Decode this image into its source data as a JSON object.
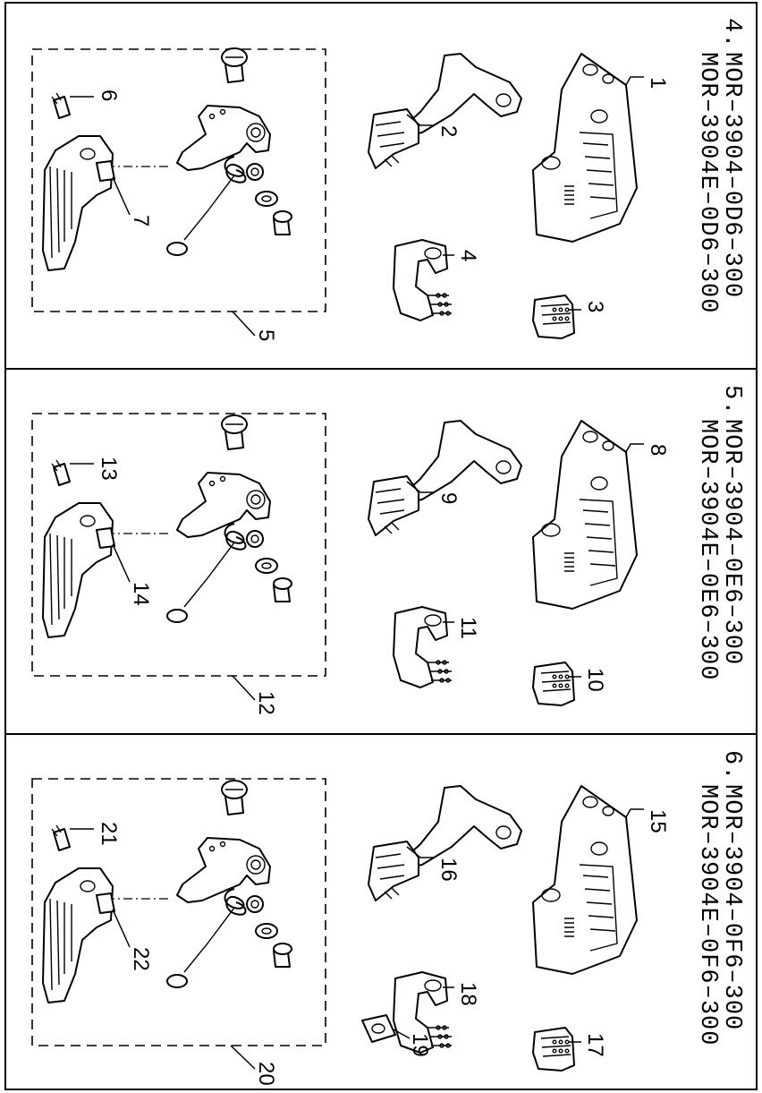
{
  "panels": [
    {
      "index_label": "4.",
      "model_line_1": "MOR–3904–0D6–300",
      "model_line_2": "MOR–3904E–0D6–300",
      "callouts": {
        "a": "1",
        "b": "2",
        "c": "3",
        "d": "4",
        "e": "5",
        "f": "6",
        "g": "7"
      }
    },
    {
      "index_label": "5.",
      "model_line_1": "MOR–3904–0E6–300",
      "model_line_2": "MOR–3904E–0E6–300",
      "callouts": {
        "a": "8",
        "b": "9",
        "c": "10",
        "d": "11",
        "e": "12",
        "f": "13",
        "g": "14"
      }
    },
    {
      "index_label": "6.",
      "model_line_1": "MOR–3904–0F6–300",
      "model_line_2": "MOR–3904E–0F6–300",
      "callouts": {
        "a": "15",
        "b": "16",
        "c": "17",
        "d": "18",
        "x": "19",
        "e": "20",
        "f": "21",
        "g": "22"
      }
    }
  ]
}
